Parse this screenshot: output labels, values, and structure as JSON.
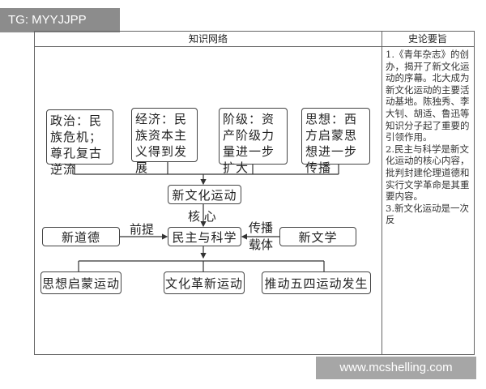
{
  "watermark_top": "TG: MYYJJPP",
  "watermark_bottom": "www.mcshelling.com",
  "table": {
    "col1_header": "知识网络",
    "col2_header": "史论要旨"
  },
  "diagram": {
    "background": [
      "政治：民族危机；尊孔复古逆流",
      "经济：民族资本主义得到发展",
      "阶级：资产阶级力量进一步扩大",
      "思想：西方启蒙思想进一步传播"
    ],
    "movement": "新文化运动",
    "core_label": "核 心",
    "core": "民主与科学",
    "left": "新道德",
    "left_label": "前提",
    "right": "新文学",
    "right_label_1": "传播",
    "right_label_2": "载体",
    "outcomes": [
      "思想启蒙运动",
      "文化革新运动",
      "推动五四运动发生"
    ]
  },
  "summary": "1.《青年杂志》的创办，揭开了新文化运动的序幕。北大成为新文化运动的主要活动基地。陈独秀、李大钊、胡适、鲁迅等知识分子起了重要的引领作用。\n2.民主与科学是新文化运动的核心内容，批判封建伦理道德和实行文学革命是其重要内容。\n3.新文化运动是一次反"
}
